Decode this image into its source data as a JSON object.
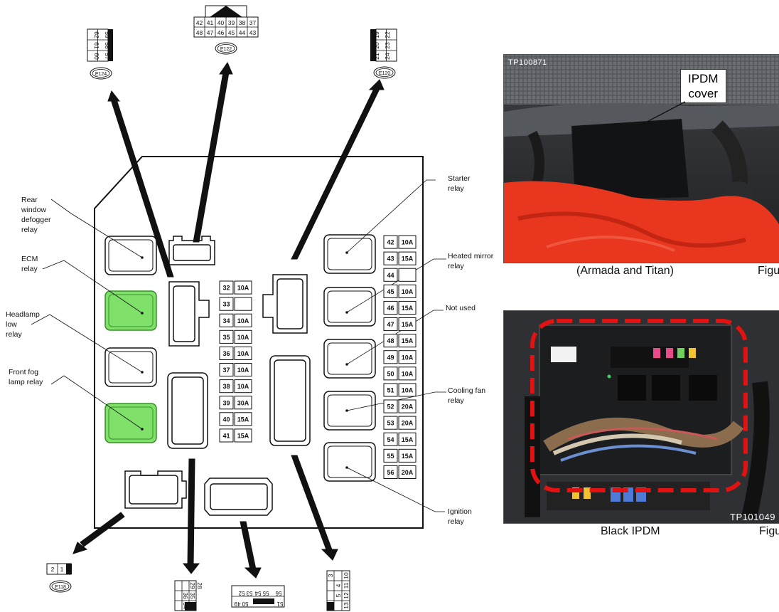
{
  "diagram": {
    "connectors": {
      "e124": {
        "id": "E124",
        "pins": [
          "62",
          "59",
          "61",
          "58",
          "60",
          "57"
        ]
      },
      "e122": {
        "id": "E122",
        "top_row": [
          "42",
          "41",
          "40",
          "39",
          "38",
          "37"
        ],
        "bottom_row": [
          "48",
          "47",
          "46",
          "45",
          "44",
          "43"
        ]
      },
      "e120": {
        "id": "E120",
        "pins": [
          "19",
          "22",
          "20",
          "23",
          "21",
          "24"
        ]
      },
      "e118": {
        "id": "E118",
        "pins": [
          "2",
          "1"
        ]
      },
      "c_left": {
        "pins": [
          "29",
          "28",
          "36",
          "35",
          "34"
        ]
      },
      "c_mid": {
        "pins": [
          "56",
          "55",
          "54",
          "53",
          "52",
          "51",
          "50",
          "49"
        ]
      },
      "c_right": {
        "pins": [
          "3",
          "4",
          "5",
          "10",
          "11",
          "12",
          "13"
        ]
      }
    },
    "labels": {
      "rear_defogger": [
        "Rear",
        "window",
        "defogger",
        "relay"
      ],
      "ecm": [
        "ECM",
        "relay"
      ],
      "headlamp_low": [
        "Headlamp",
        "low",
        "relay"
      ],
      "front_fog": [
        "Front fog",
        "lamp relay"
      ],
      "starter": [
        "Starter",
        "relay"
      ],
      "heated_mirror": [
        "Heated mirror",
        "relay"
      ],
      "not_used": [
        "Not used"
      ],
      "cooling_fan": [
        "Cooling fan",
        "relay"
      ],
      "ignition": [
        "Ignition",
        "relay"
      ]
    },
    "fuses_middle": [
      {
        "n": "32",
        "a": "10A"
      },
      {
        "n": "33",
        "a": ""
      },
      {
        "n": "34",
        "a": "10A"
      },
      {
        "n": "35",
        "a": "10A"
      },
      {
        "n": "36",
        "a": "10A"
      },
      {
        "n": "37",
        "a": "10A"
      },
      {
        "n": "38",
        "a": "10A"
      },
      {
        "n": "39",
        "a": "30A"
      },
      {
        "n": "40",
        "a": "15A"
      },
      {
        "n": "41",
        "a": "15A"
      }
    ],
    "fuses_right": [
      {
        "n": "42",
        "a": "10A"
      },
      {
        "n": "43",
        "a": "15A"
      },
      {
        "n": "44",
        "a": ""
      },
      {
        "n": "45",
        "a": "10A"
      },
      {
        "n": "46",
        "a": "15A"
      },
      {
        "n": "47",
        "a": "15A"
      },
      {
        "n": "48",
        "a": "15A"
      },
      {
        "n": "49",
        "a": "10A"
      },
      {
        "n": "50",
        "a": "10A"
      },
      {
        "n": "51",
        "a": "10A"
      },
      {
        "n": "52",
        "a": "20A"
      },
      {
        "n": "53",
        "a": "20A"
      },
      {
        "n": "54",
        "a": "15A"
      },
      {
        "n": "55",
        "a": "15A"
      },
      {
        "n": "56",
        "a": "20A"
      }
    ],
    "colors": {
      "highlight": "#7fe06a",
      "highlight_border": "#3a8f2a",
      "ink": "#111111"
    }
  },
  "photos": {
    "top": {
      "tag": "TP100871",
      "callout_line1": "IPDM",
      "callout_line2": "cover",
      "caption": "(Armada and Titan)",
      "fig": "Figu"
    },
    "bottom": {
      "tag": "TP101049",
      "caption": "Black IPDM",
      "fig": "Figu"
    }
  }
}
